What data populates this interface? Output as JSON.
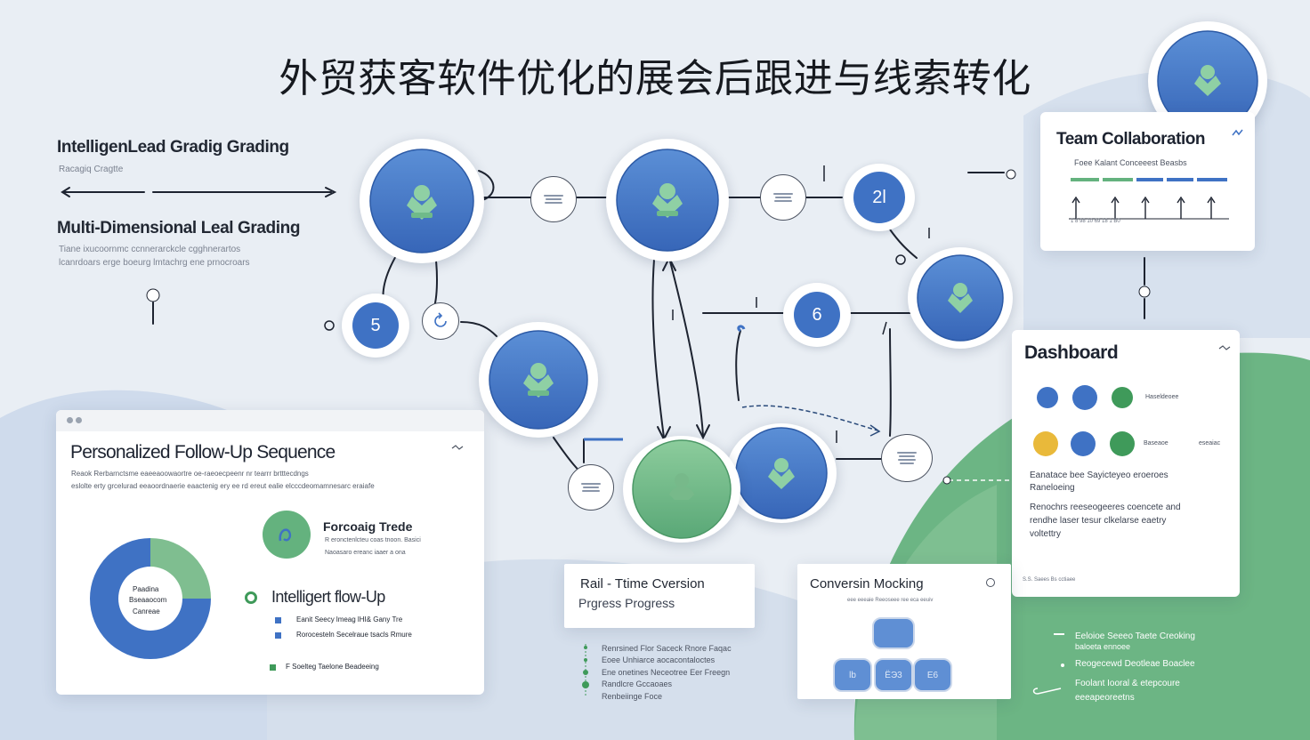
{
  "title": "外贸获客软件优化的展会后跟进与线索转化",
  "colors": {
    "blue": "#3f72c4",
    "green": "#64b27e",
    "background": "#e9eef4"
  },
  "left_panel": {
    "heading1": "IntelligenLead Gradig Grading",
    "sub1": "Racagiq Cragtte",
    "heading2": "Multi-Dimensional Leal Grading",
    "sub2_line1": "Tiane ixucoornmc ccnnerarckcle cgghnerartos",
    "sub2_line2": "lcanrdoars erge boeurg lmtachrg ene prnocroars"
  },
  "nodes": {
    "num_2": "2l",
    "num_5": "5",
    "num_6": "6"
  },
  "team_card": {
    "title": "Team Collaboration",
    "subtitle": "Foee Kalant Conceeest Beasbs",
    "axis_label": "1 8 98 10 69 18 1 B0"
  },
  "dashboard_card": {
    "title": "Dashboard",
    "label_a": "Haseldeoee",
    "label_b": "Baseaoe",
    "label_c": "eseaiac",
    "para1_line1": "Eanatace bee Sayicteyeo eroeroes",
    "para1_line2": "Raneloeing",
    "para2_line1": "Renochrs reeseogeeres coencete and",
    "para2_line2": "rendhe laser tesur clkelarse eaetry",
    "para2_line3": "voltettry",
    "footer": "S.S. Saees Bs cctiaee"
  },
  "followup_card": {
    "title": "Personalized Follow-Up Sequence",
    "line1": "Reaok Rerbarnctsme eaeeaoowaortre oe-raeoecpeenr nr tearrr brtttecdngs",
    "line2": "eslolte erty grcelurad eeaoordnaerie eaactenig ery ee rd ereut ealie elcccdeomamnesarc eraiafe",
    "donut_label1": "Paadina",
    "donut_label2": "Bseaaocom",
    "donut_label3": "Canreae",
    "forc_title": "Forcoaig Trede",
    "forc_line1": "R eronctenlcteu coas tnoon. Basici",
    "forc_line2": "Naoasaro ereanc iaaer a ona",
    "intel_title": "Intelligert flow-Up",
    "bullet1": "Eanit Seecy lmeag lHI& Gany Tre",
    "bullet2": "Rorocesteln Secelraue tsacls Rmure",
    "bullet3": "F Soelteg Taelone Beadeeing"
  },
  "rt_card": {
    "line1": "Rail - Ttime Cversion",
    "line2": "Prgress Progress",
    "bullet1": "Renrsined Flor Saceck Rnore Faqac",
    "bullet2": "Eoee Unhiarce aocacontaloctes",
    "bullet3": "Ene onetines Neceotree Eer Freegn",
    "bullet4": "Randlcre Gccaoaes",
    "bullet5": "Renbeiinge Foce"
  },
  "cm_card": {
    "title": "Conversin Mocking",
    "subtitle": "eee eeeaie Reeoseee ree eca eeuiv",
    "box_mid": "ЁЭ3",
    "box_right": "E6",
    "box_left": "lb"
  },
  "bottom_right": {
    "l1a": "Eeloioe Seeeo  Taete Creoking",
    "l1b": "baloeta ennoee",
    "l2": "Reogecewd Deotleae Boaclee",
    "l3a": "Foolant Iooral & etepcoure",
    "l3b": "eeeapeoreetns"
  }
}
